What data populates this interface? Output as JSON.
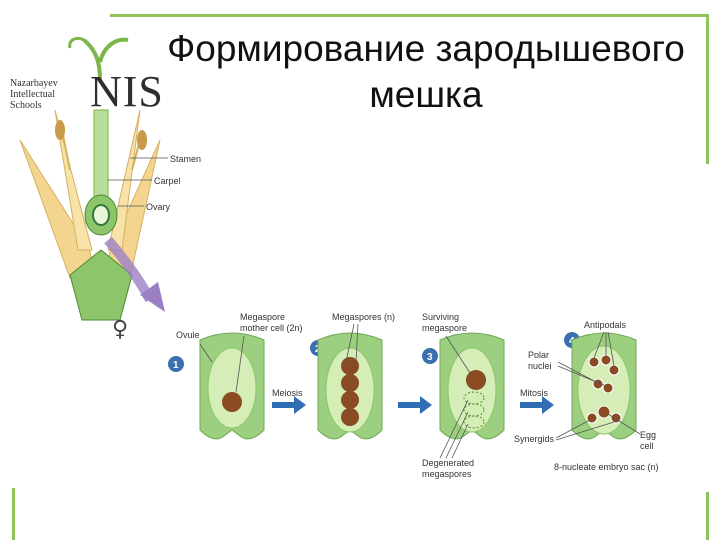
{
  "logo": {
    "line1": "Nazarbayev",
    "line2": "Intellectual",
    "line3": "Schools",
    "mark": "NIS"
  },
  "title": "Формирование зародышевого мешка",
  "flower": {
    "stamen": "Stamen",
    "carpel": "Carpel",
    "ovary": "Ovary",
    "symbol": "♀"
  },
  "stages": {
    "s1": {
      "num": "1",
      "ovule": "Ovule",
      "mother_line1": "Megaspore",
      "mother_line2": "mother cell (2n)"
    },
    "arrow1": "Meiosis",
    "s2": {
      "num": "2",
      "megaspores": "Megaspores (n)"
    },
    "s3": {
      "num": "3",
      "surv_line1": "Surviving",
      "surv_line2": "megaspore",
      "deg_line1": "Degenerated",
      "deg_line2": "megaspores"
    },
    "arrow2": "Mitosis",
    "s4": {
      "num": "4",
      "antipodals": "Antipodals",
      "polar_line1": "Polar",
      "polar_line2": "nuclei",
      "synergids": "Synergids",
      "egg_line1": "Egg",
      "egg_line2": "cell",
      "caption": "8-nucleate embryo sac (n)"
    }
  },
  "colors": {
    "frame": "#8fc25a",
    "ovule_outer": "#9ccf7f",
    "ovule_inner": "#d5eeb8",
    "nucleus": "#8a4a22",
    "badge": "#3a6fb0",
    "arrow": "#2f6db5",
    "flower_petal": "#f3d58f",
    "flower_arrow": "#9b7fc4"
  }
}
